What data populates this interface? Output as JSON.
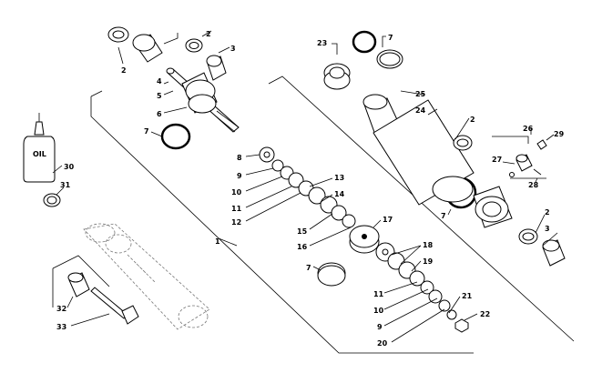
{
  "labels": {
    "l1": "1",
    "l2a": "2",
    "l2b": "2",
    "l2c": "2",
    "l2d": "2",
    "l3a": "3",
    "l3b": "3",
    "l4": "4",
    "l5": "5",
    "l6": "6",
    "l7a": "7",
    "l7b": "7",
    "l7c": "7",
    "l7d": "7",
    "l8": "8",
    "l9a": "9",
    "l9b": "9",
    "l10a": "10",
    "l10b": "10",
    "l11a": "11",
    "l11b": "11",
    "l12": "12",
    "l13": "13",
    "l14": "14",
    "l15": "15",
    "l16": "16",
    "l17": "17",
    "l18": "18",
    "l19": "19",
    "l20": "20",
    "l21": "21",
    "l22": "22",
    "l23": "23",
    "l24": "24",
    "l25": "25",
    "l26": "26",
    "l27": "27",
    "l28": "28",
    "l29": "29",
    "l30": "30",
    "l31": "31",
    "l32": "32",
    "l33": "33"
  },
  "oil_label": "OIL"
}
